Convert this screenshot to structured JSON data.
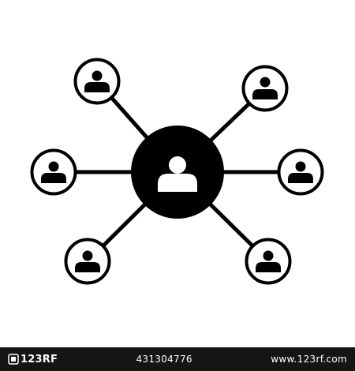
{
  "colors": {
    "background": "#ffffff",
    "foreground": "#000000",
    "watermark_bar": "#151515",
    "watermark_text": "#ffffff"
  },
  "nodes": [
    {
      "name": "center",
      "icon": "user-icon"
    },
    {
      "name": "top-left",
      "icon": "user-icon"
    },
    {
      "name": "top-right",
      "icon": "user-icon"
    },
    {
      "name": "mid-left",
      "icon": "user-icon"
    },
    {
      "name": "mid-right",
      "icon": "user-icon"
    },
    {
      "name": "bottom-left",
      "icon": "user-icon"
    },
    {
      "name": "bottom-right",
      "icon": "user-icon"
    }
  ],
  "watermark": {
    "logo": "123RF",
    "image_id": "431304776",
    "site": "www.123rf.com"
  }
}
